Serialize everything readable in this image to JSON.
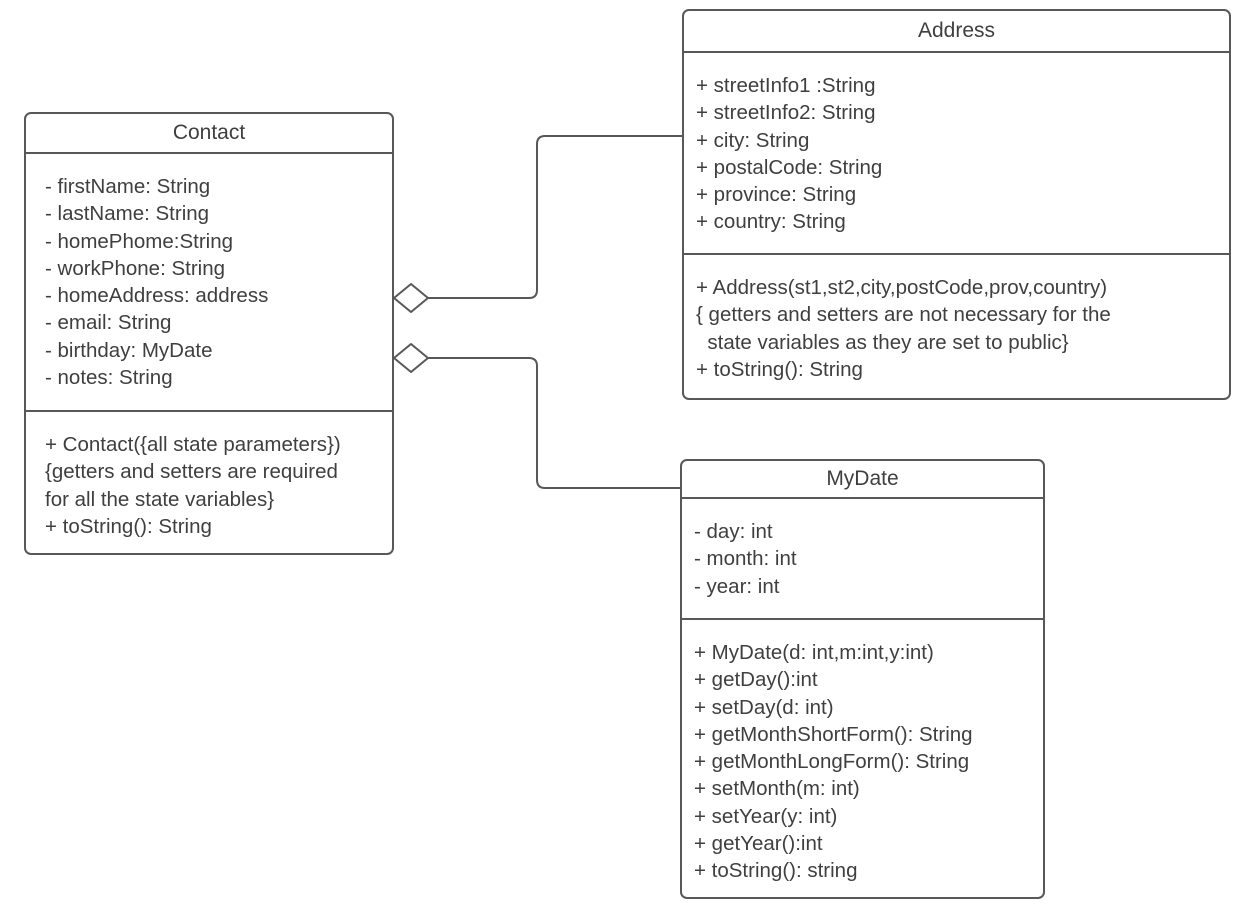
{
  "diagram": {
    "type": "uml-class-diagram",
    "colors": {
      "background": "#ffffff",
      "box_border": "#58585a",
      "box_fill": "#ffffff",
      "text": "#3f3f3f",
      "connector": "#58585a"
    },
    "classes": {
      "contact": {
        "title": "Contact",
        "attributes": [
          "- firstName: String",
          "- lastName: String",
          "- homePhome:String",
          "- workPhone: String",
          "- homeAddress: address",
          "- email: String",
          "- birthday: MyDate",
          "- notes: String"
        ],
        "methods": [
          "+ Contact({all state parameters})",
          "{getters and setters are required",
          "for all the state variables}",
          "+ toString(): String"
        ]
      },
      "address": {
        "title": "Address",
        "attributes": [
          "+ streetInfo1 :String",
          "+ streetInfo2: String",
          "+ city: String",
          "+ postalCode: String",
          "+ province: String",
          "+ country: String"
        ],
        "methods": [
          "+ Address(st1,st2,city,postCode,prov,country)",
          "{ getters and setters are not necessary for the",
          "  state variables as they are set to public}",
          "+ toString(): String"
        ]
      },
      "mydate": {
        "title": "MyDate",
        "attributes": [
          "- day: int",
          "- month: int",
          "- year: int"
        ],
        "methods": [
          "+ MyDate(d: int,m:int,y:int)",
          "+ getDay():int",
          "+ setDay(d: int)",
          "+ getMonthShortForm(): String",
          "+ getMonthLongForm(): String",
          "+ setMonth(m: int)",
          "+ setYear(y: int)",
          "+ getYear():int",
          "+ toString(): string"
        ]
      }
    },
    "relations": [
      {
        "from": "Contact",
        "to": "Address",
        "type": "aggregation",
        "diamond": "hollow",
        "diamond_at": "Contact"
      },
      {
        "from": "Contact",
        "to": "MyDate",
        "type": "aggregation",
        "diamond": "hollow",
        "diamond_at": "Contact"
      }
    ]
  }
}
